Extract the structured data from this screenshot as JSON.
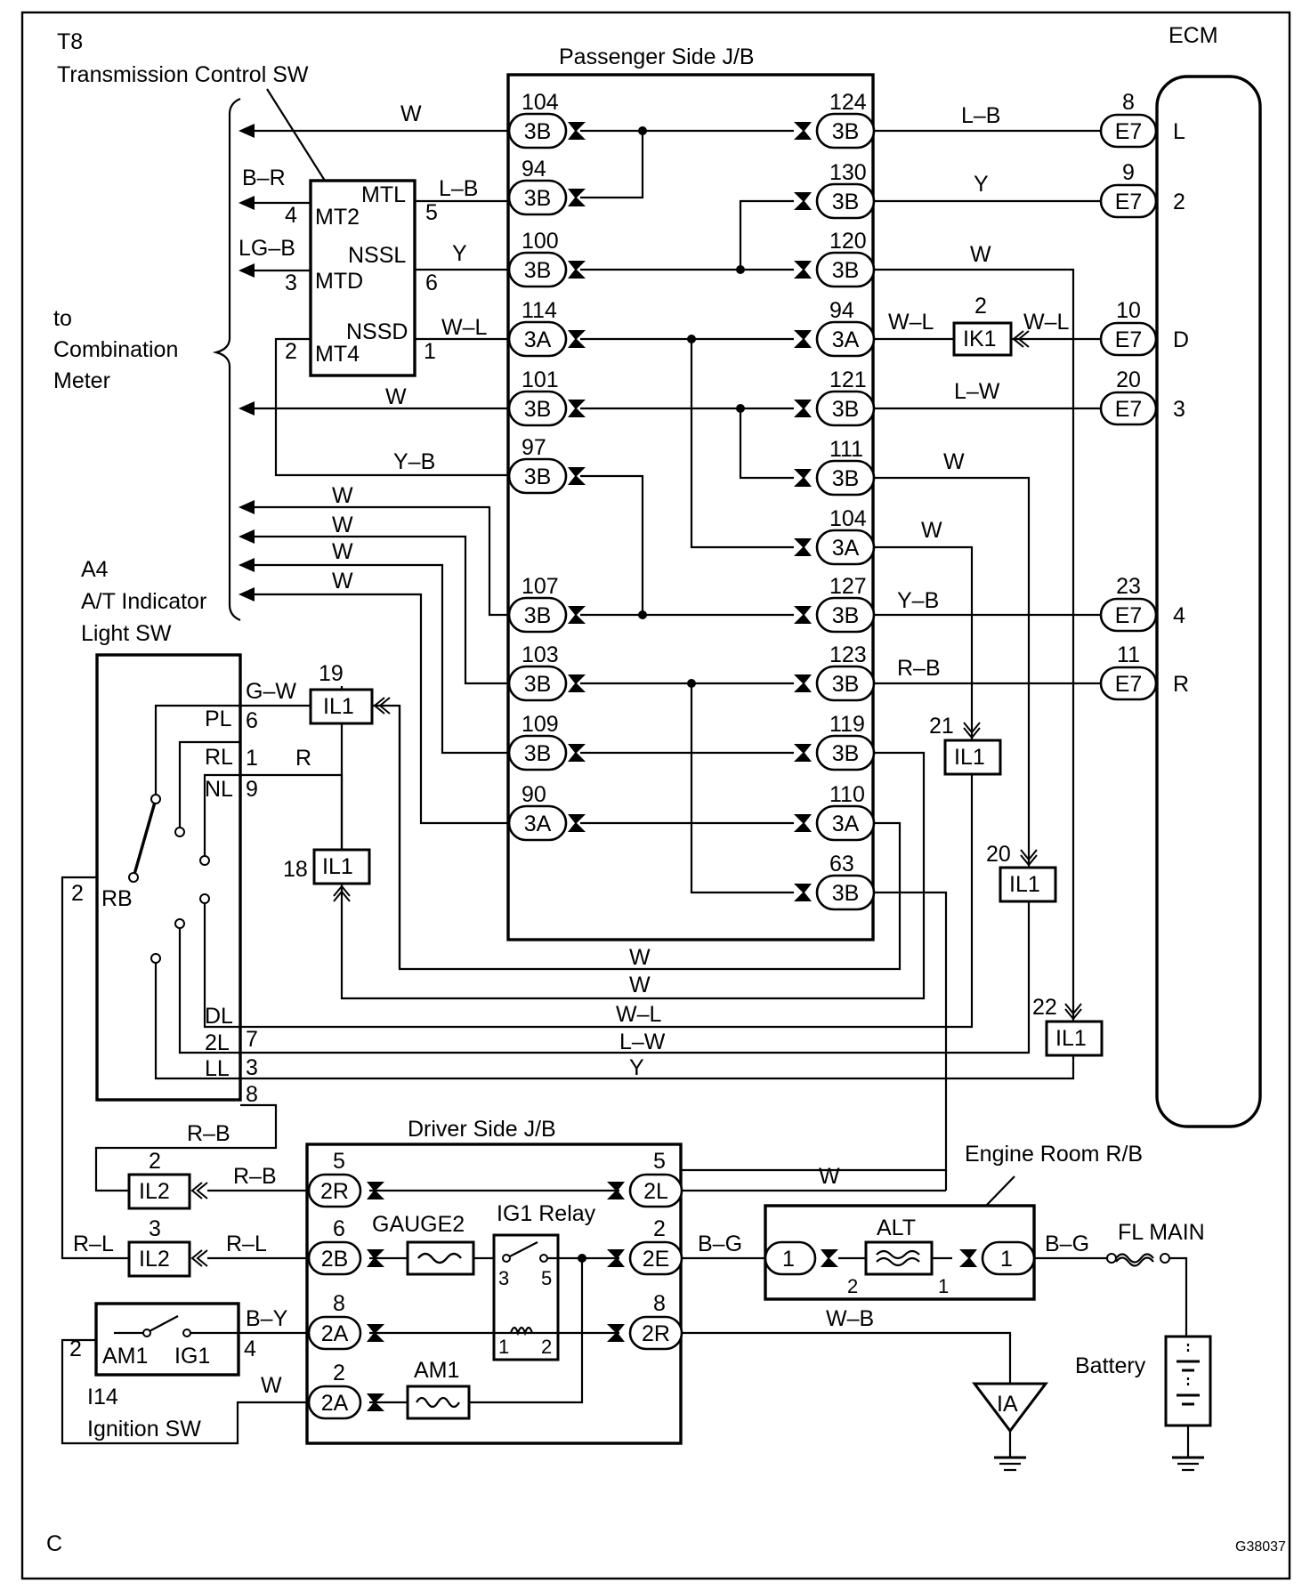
{
  "doc": {
    "section_letter": "C",
    "figure_id": "G38037"
  },
  "components": {
    "t8": {
      "code": "T8",
      "name": "Transmission Control SW"
    },
    "a4": {
      "code": "A4",
      "name_line1": "A/T Indicator",
      "name_line2": "Light SW"
    },
    "i14": {
      "code": "I14",
      "name": "Ignition SW"
    },
    "ecm": {
      "name": "ECM"
    },
    "pass_jb": {
      "name": "Passenger Side J/B"
    },
    "drv_jb": {
      "name": "Driver Side J/B"
    },
    "erb": {
      "name": "Engine Room R/B"
    },
    "battery": {
      "name": "Battery"
    },
    "fl_main": {
      "name": "FL MAIN"
    },
    "combination": {
      "line1": "to",
      "line2": "Combination",
      "line3": "Meter"
    }
  },
  "pass_left": [
    {
      "pin": "104",
      "code": "3B"
    },
    {
      "pin": "94",
      "code": "3B"
    },
    {
      "pin": "100",
      "code": "3B"
    },
    {
      "pin": "114",
      "code": "3A"
    },
    {
      "pin": "101",
      "code": "3B"
    },
    {
      "pin": "97",
      "code": "3B"
    },
    {
      "pin": "107",
      "code": "3B"
    },
    {
      "pin": "103",
      "code": "3B"
    },
    {
      "pin": "109",
      "code": "3B"
    },
    {
      "pin": "90",
      "code": "3A"
    }
  ],
  "pass_right": [
    {
      "pin": "124",
      "code": "3B"
    },
    {
      "pin": "130",
      "code": "3B"
    },
    {
      "pin": "120",
      "code": "3B"
    },
    {
      "pin": "94",
      "code": "3A"
    },
    {
      "pin": "121",
      "code": "3B"
    },
    {
      "pin": "111",
      "code": "3B"
    },
    {
      "pin": "104",
      "code": "3A"
    },
    {
      "pin": "127",
      "code": "3B"
    },
    {
      "pin": "123",
      "code": "3B"
    },
    {
      "pin": "119",
      "code": "3B"
    },
    {
      "pin": "110",
      "code": "3A"
    },
    {
      "pin": "63",
      "code": "3B"
    }
  ],
  "ecm_pins": [
    {
      "pin": "8",
      "code": "E7",
      "sig": "L"
    },
    {
      "pin": "9",
      "code": "E7",
      "sig": "2"
    },
    {
      "pin": "10",
      "code": "E7",
      "sig": "D"
    },
    {
      "pin": "20",
      "code": "E7",
      "sig": "3"
    },
    {
      "pin": "23",
      "code": "E7",
      "sig": "4"
    },
    {
      "pin": "11",
      "code": "E7",
      "sig": "R"
    }
  ],
  "t8_pins": {
    "mtl": "MTL",
    "mt2": "MT2",
    "nssl": "NSSL",
    "mtd": "MTD",
    "nssd": "NSSD",
    "mt4": "MT4",
    "p4": "4",
    "p5": "5",
    "p3": "3",
    "p6": "6",
    "p2": "2",
    "p1": "1"
  },
  "a4_pins": {
    "pl": "PL",
    "p6": "6",
    "rl": "RL",
    "p1": "1",
    "nl": "NL",
    "p9": "9",
    "rb": "RB",
    "p2": "2",
    "dl": "DL",
    "l2": "2L",
    "p7": "7",
    "ll": "LL",
    "p3": "3",
    "p8": "8"
  },
  "junctions": {
    "il1_19": {
      "pin": "19",
      "code": "IL1"
    },
    "il1_18": {
      "pin": "18",
      "code": "IL1"
    },
    "il1_21": {
      "pin": "21",
      "code": "IL1"
    },
    "il1_20": {
      "pin": "20",
      "code": "IL1"
    },
    "il1_22": {
      "pin": "22",
      "code": "IL1"
    },
    "ik1_2": {
      "pin": "2",
      "code": "IK1"
    },
    "il2_2": {
      "pin": "2",
      "code": "IL2"
    },
    "il2_3": {
      "pin": "3",
      "code": "IL2"
    }
  },
  "drv_jb": {
    "left": [
      {
        "pin": "5",
        "code": "2R"
      },
      {
        "pin": "6",
        "code": "2B"
      },
      {
        "pin": "8",
        "code": "2A"
      },
      {
        "pin": "2",
        "code": "2A"
      }
    ],
    "right": [
      {
        "pin": "5",
        "code": "2L"
      },
      {
        "pin": "2",
        "code": "2E"
      },
      {
        "pin": "8",
        "code": "2R"
      }
    ],
    "gauge2": "GAUGE2",
    "am1": "AM1",
    "ig1_relay": "IG1 Relay",
    "r3": "3",
    "r5": "5",
    "r1": "1",
    "r2": "2"
  },
  "erb": {
    "alt": "ALT",
    "pin_l": "1",
    "pin_r": "1",
    "sub_l": "2",
    "sub_r": "1"
  },
  "ign": {
    "am1": "AM1",
    "ig1": "IG1",
    "p2": "2",
    "p4": "4"
  },
  "ground": {
    "label": "IA"
  },
  "wires": {
    "w1": "W",
    "br": "B–R",
    "lb_t8": "L–B",
    "lgb": "LG–B",
    "y_t8": "Y",
    "wl_t8": "W–L",
    "w_101": "W",
    "yb_97": "Y–B",
    "w_c1": "W",
    "w_c2": "W",
    "w_c3": "W",
    "w_c4": "W",
    "lb_ecm": "L–B",
    "y_ecm": "Y",
    "w_120": "W",
    "wl_ik1": "W–L",
    "wl_ecm": "W–L",
    "lw_ecm": "L–W",
    "w_111": "W",
    "w_104": "W",
    "yb_ecm": "Y–B",
    "rb_ecm": "R–B",
    "gw": "G–W",
    "r_a4": "R",
    "bot_w1": "W",
    "bot_w2": "W",
    "bot_wl": "W–L",
    "bot_lw": "L–W",
    "bot_y": "Y",
    "rb_up": "R–B",
    "rb_il2": "R–B",
    "rl_left": "R–L",
    "rl_il2": "R–L",
    "by": "B–Y",
    "w_ign": "W",
    "w_2l": "W",
    "bg_1": "B–G",
    "bg_2": "B–G",
    "wb": "W–B"
  }
}
